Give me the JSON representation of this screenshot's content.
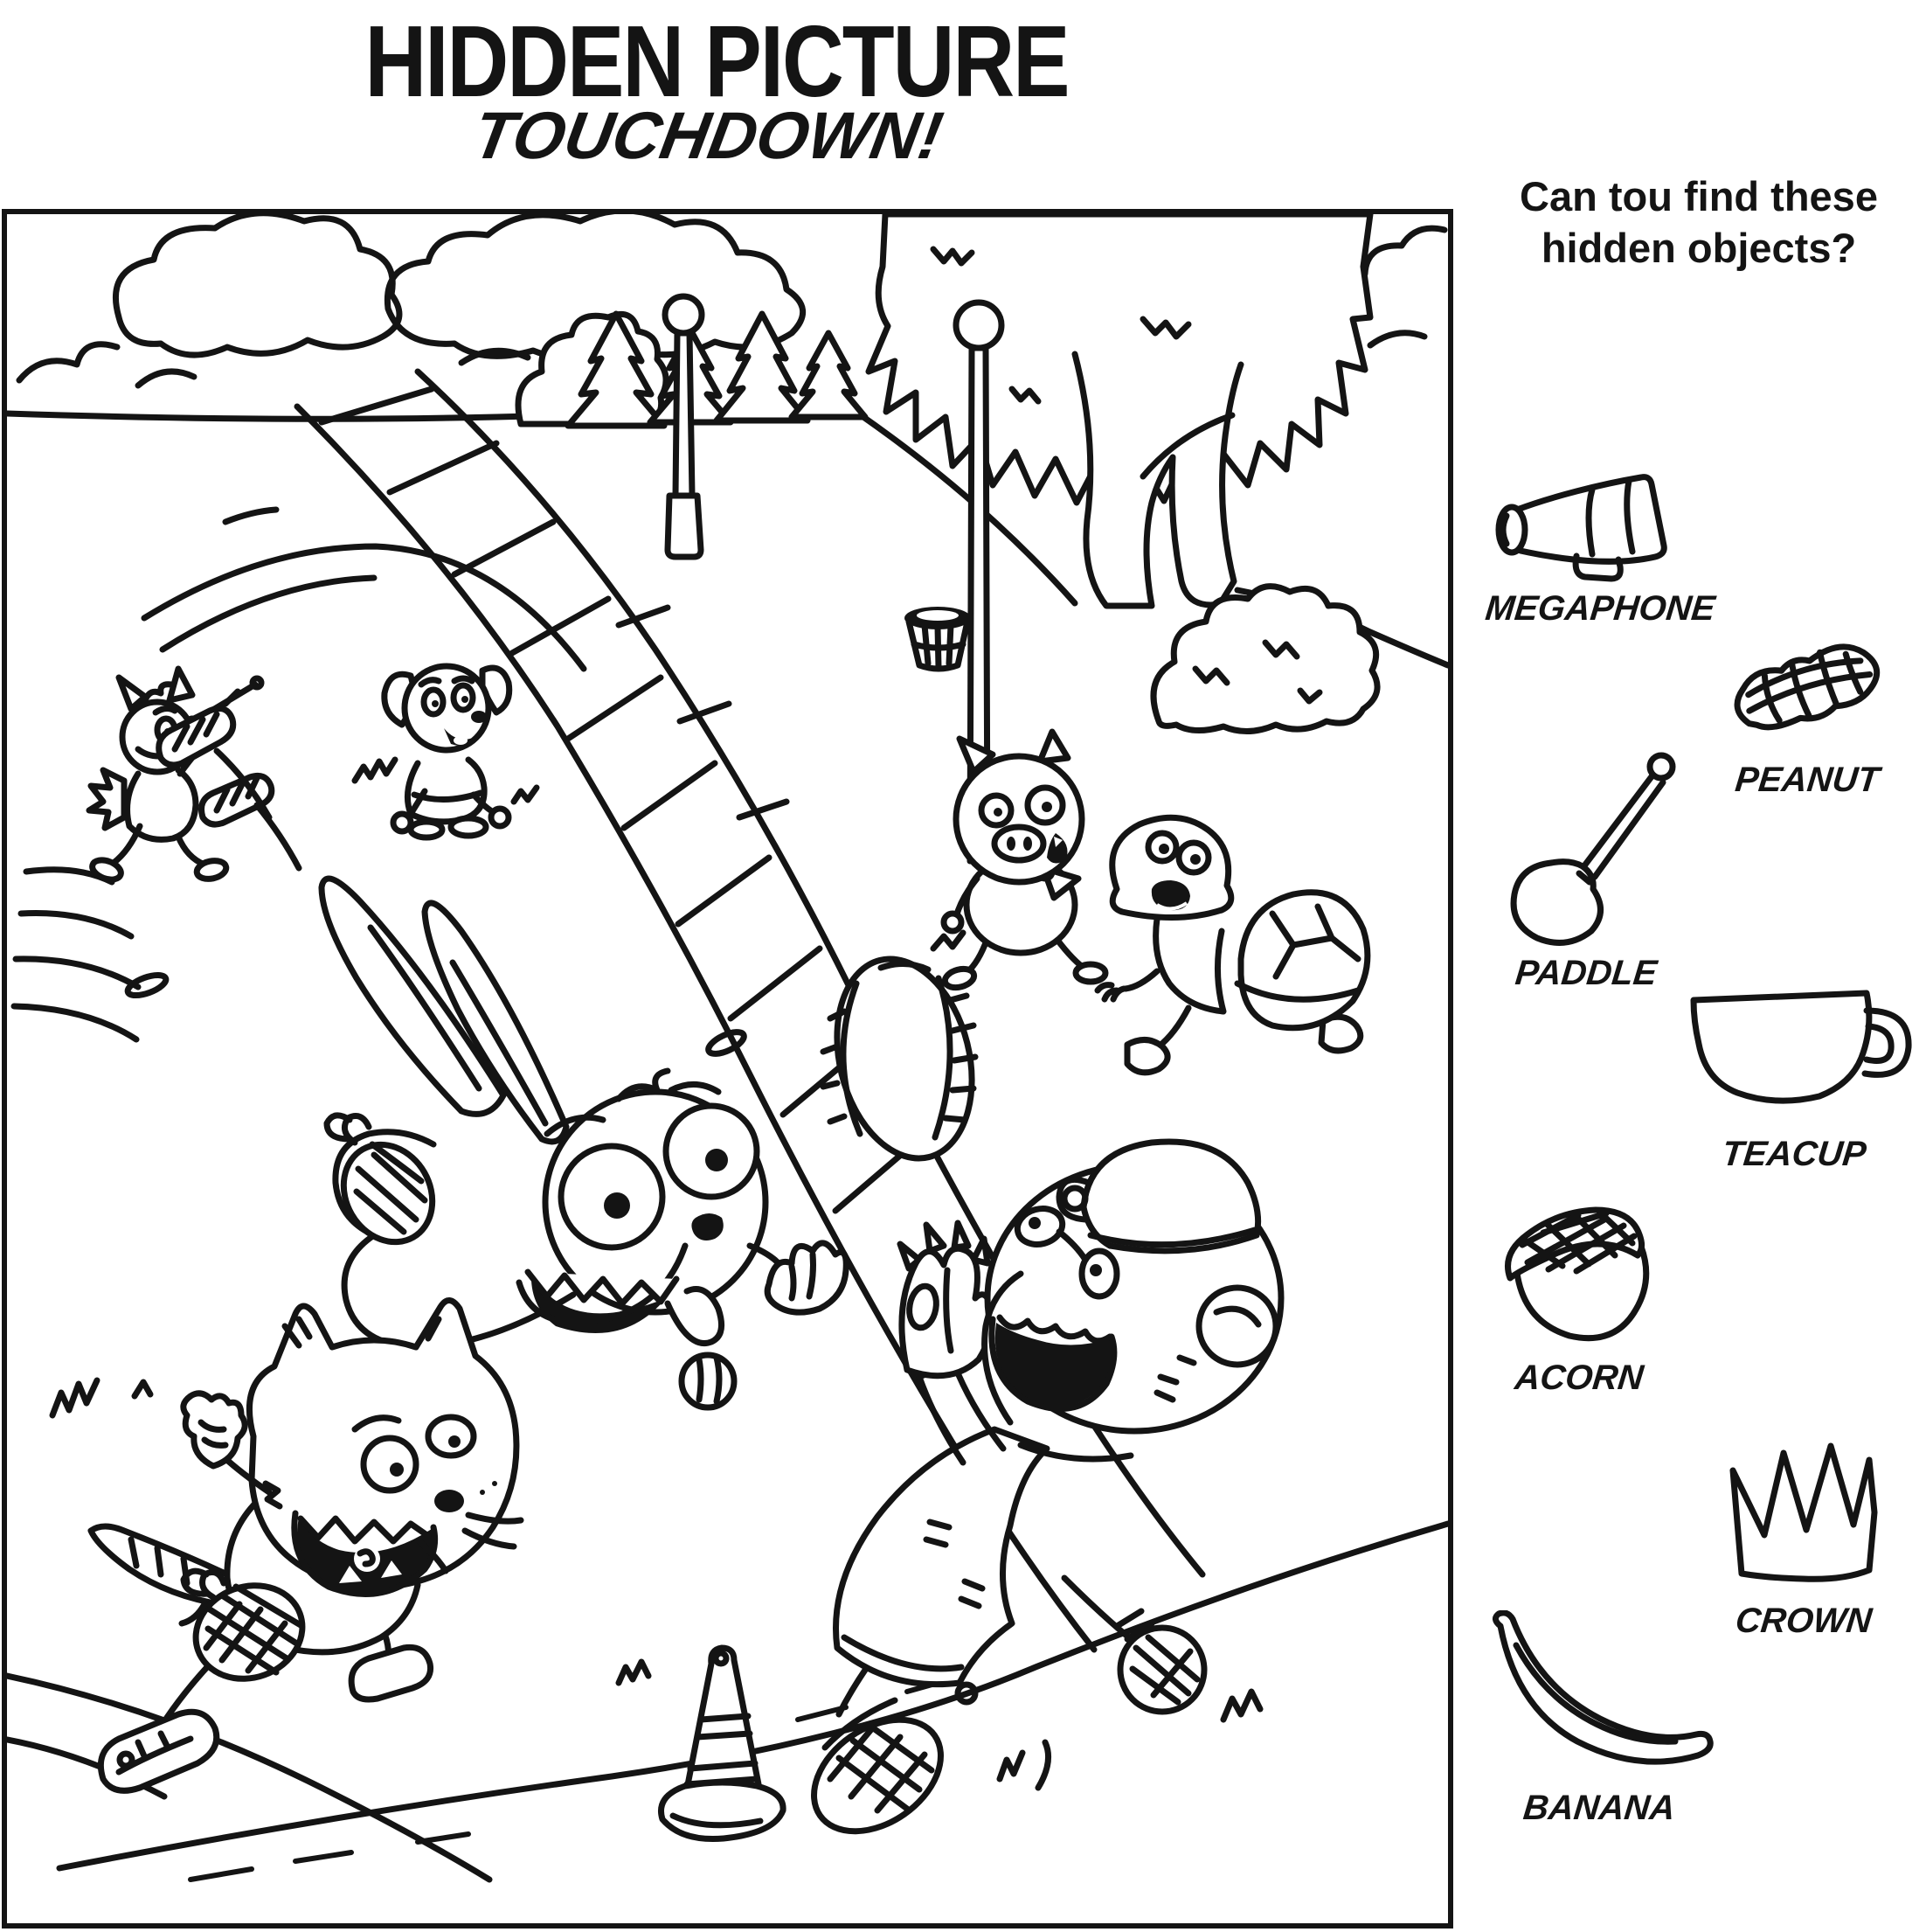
{
  "header": {
    "title": "HIDDEN PICTURE",
    "subtitle": "TOUCHDOWN!"
  },
  "sidebar": {
    "prompt": "Can tou find these hidden objects?",
    "objects": [
      {
        "id": "megaphone",
        "label": "MEGAPHONE",
        "icon": "megaphone-icon"
      },
      {
        "id": "peanut",
        "label": "PEANUT",
        "icon": "peanut-icon"
      },
      {
        "id": "paddle",
        "label": "PADDLE",
        "icon": "paddle-icon"
      },
      {
        "id": "teacup",
        "label": "TEACUP",
        "icon": "teacup-icon"
      },
      {
        "id": "acorn",
        "label": "ACORN",
        "icon": "acorn-icon"
      },
      {
        "id": "crown",
        "label": "CROWN",
        "icon": "crown-icon"
      },
      {
        "id": "banana",
        "label": "BANANA",
        "icon": "banana-icon"
      }
    ]
  },
  "scene": {
    "characters": [
      "fox",
      "puppy",
      "rabbit",
      "pig",
      "turtle",
      "cat",
      "bear"
    ],
    "props": [
      "football",
      "traffic-cone",
      "goal-posts",
      "basket",
      "curved-path",
      "pine-trees",
      "tree",
      "clouds",
      "bushes",
      "grass"
    ]
  },
  "colors": {
    "ink": "#141414",
    "paper": "#ffffff"
  }
}
